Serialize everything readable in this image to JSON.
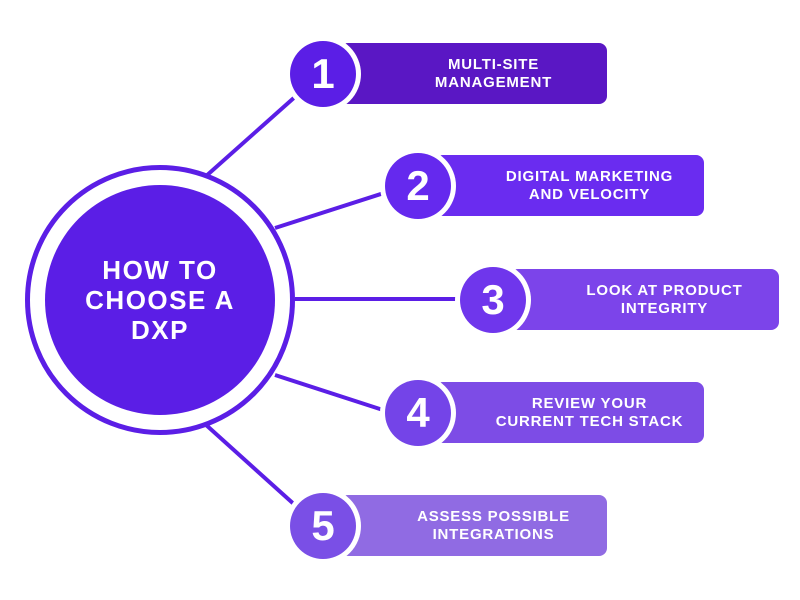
{
  "hub": {
    "title": "HOW TO\nCHOOSE A\nDXP",
    "ring_color": "#5b1ee6",
    "fill_color": "#5b1ee6"
  },
  "steps": [
    {
      "number": "1",
      "label": "MULTI-SITE\nMANAGEMENT",
      "pill_color": "#5a17c4",
      "badge_color": "#5b1ee6"
    },
    {
      "number": "2",
      "label": "DIGITAL MARKETING\nAND VELOCITY",
      "pill_color": "#6a2cf0",
      "badge_color": "#6529ee"
    },
    {
      "number": "3",
      "label": "LOOK AT PRODUCT\nINTEGRITY",
      "pill_color": "#7c44ea",
      "badge_color": "#6f36ec"
    },
    {
      "number": "4",
      "label": "REVIEW YOUR\nCURRENT TECH STACK",
      "pill_color": "#7d4ce6",
      "badge_color": "#7444e8"
    },
    {
      "number": "5",
      "label": "ASSESS POSSIBLE\nINTEGRATIONS",
      "pill_color": "#906be3",
      "badge_color": "#7a4fe6"
    }
  ],
  "connector_color": "#5b1ee6"
}
